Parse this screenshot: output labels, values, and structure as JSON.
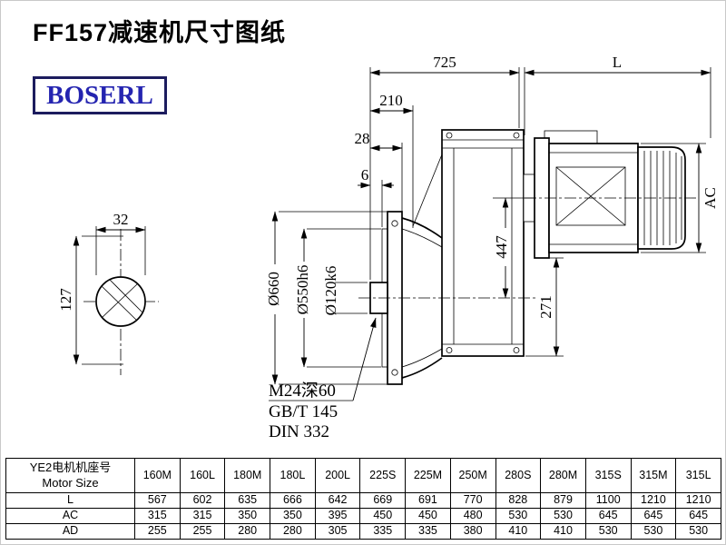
{
  "page": {
    "title": "FF157减速机尺寸图纸",
    "logo_text": "BOSERL"
  },
  "colors": {
    "background": "#ffffff",
    "line": "#000000",
    "logo_text": "#2424b0",
    "logo_border": "#1c1c5e"
  },
  "drawing": {
    "dim_725": "725",
    "dim_L": "L",
    "dim_210": "210",
    "dim_28": "28",
    "dim_6": "6",
    "dim_32": "32",
    "dim_127": "127",
    "dim_447": "447",
    "dim_271": "271",
    "dim_AC": "AC",
    "dia_flange": "Ø660",
    "dia_spigot": "Ø550h6",
    "dia_shaft": "Ø120k6",
    "callout_thread": "M24深60",
    "callout_gb": "GB/T 145",
    "callout_din": "DIN 332"
  },
  "table": {
    "header_cn": "YE2电机机座号",
    "header_en": "Motor Size",
    "motor_sizes": [
      "160M",
      "160L",
      "180M",
      "180L",
      "200L",
      "225S",
      "225M",
      "250M",
      "280S",
      "280M",
      "315S",
      "315M",
      "315L"
    ],
    "rows": [
      {
        "label": "L",
        "values": [
          "567",
          "602",
          "635",
          "666",
          "642",
          "669",
          "691",
          "770",
          "828",
          "879",
          "1100",
          "1210",
          "1210"
        ]
      },
      {
        "label": "AC",
        "values": [
          "315",
          "315",
          "350",
          "350",
          "395",
          "450",
          "450",
          "480",
          "530",
          "530",
          "645",
          "645",
          "645"
        ]
      },
      {
        "label": "AD",
        "values": [
          "255",
          "255",
          "280",
          "280",
          "305",
          "335",
          "335",
          "380",
          "410",
          "410",
          "530",
          "530",
          "530"
        ]
      }
    ]
  }
}
